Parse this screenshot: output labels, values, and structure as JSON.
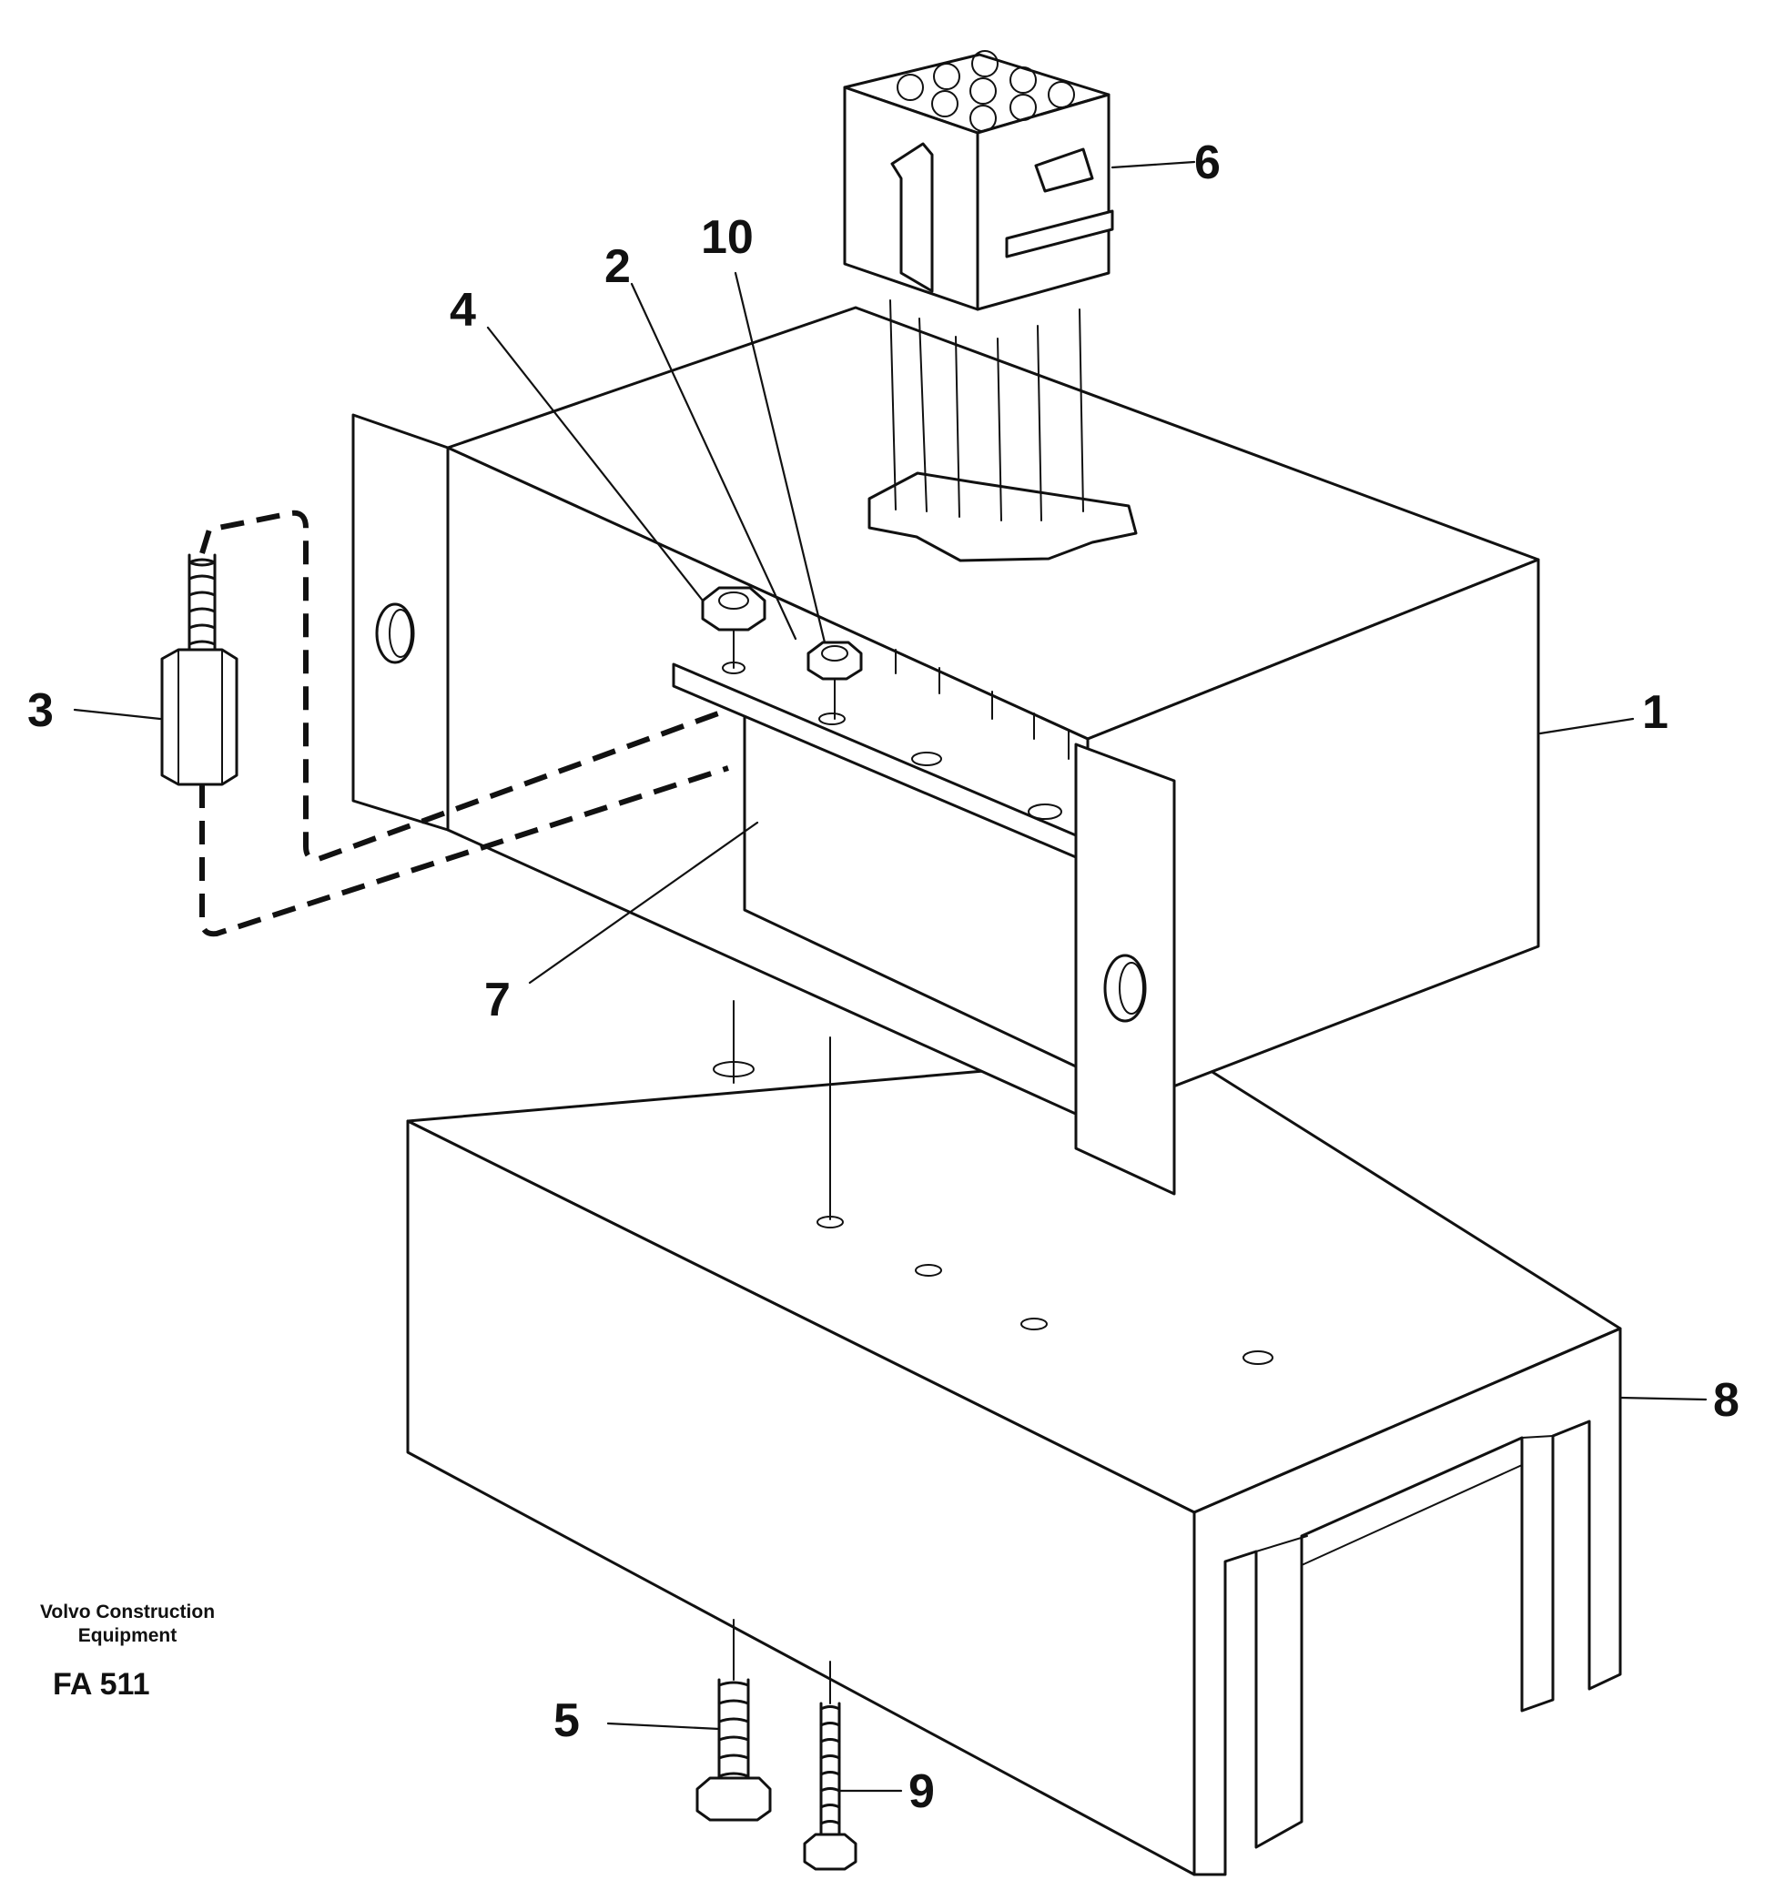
{
  "callouts": {
    "c1": "1",
    "c2": "2",
    "c3": "3",
    "c4": "4",
    "c5": "5",
    "c6": "6",
    "c7": "7",
    "c8": "8",
    "c9": "9",
    "c10": "10"
  },
  "footer": {
    "brand_line1": "Volvo Construction",
    "brand_line2": "Equipment",
    "figure_code": "FA 511"
  }
}
